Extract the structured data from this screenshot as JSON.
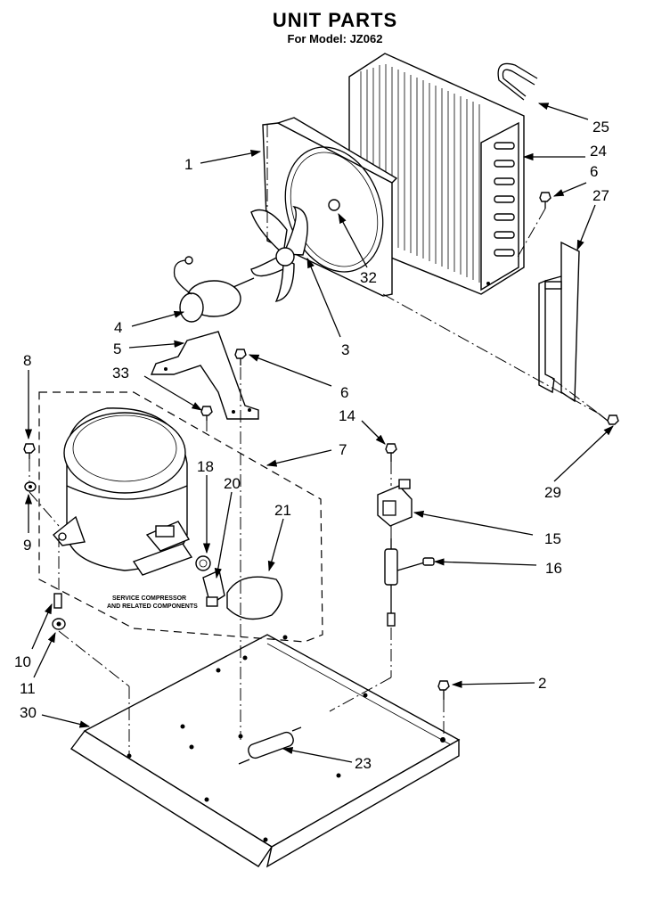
{
  "header": {
    "title": "UNIT PARTS",
    "subtitle": "For Model: JZ062"
  },
  "note": {
    "line1": "SERVICE COMPRESSOR",
    "line2": "AND RELATED COMPONENTS"
  },
  "callouts": {
    "c1": "1",
    "c2": "2",
    "c3": "3",
    "c4": "4",
    "c5": "5",
    "c6a": "6",
    "c6b": "6",
    "c7": "7",
    "c8": "8",
    "c9": "9",
    "c10": "10",
    "c11": "11",
    "c14": "14",
    "c15": "15",
    "c16": "16",
    "c18": "18",
    "c20": "20",
    "c21": "21",
    "c23": "23",
    "c24": "24",
    "c25": "25",
    "c27": "27",
    "c29": "29",
    "c30": "30",
    "c32": "32",
    "c33": "33"
  }
}
